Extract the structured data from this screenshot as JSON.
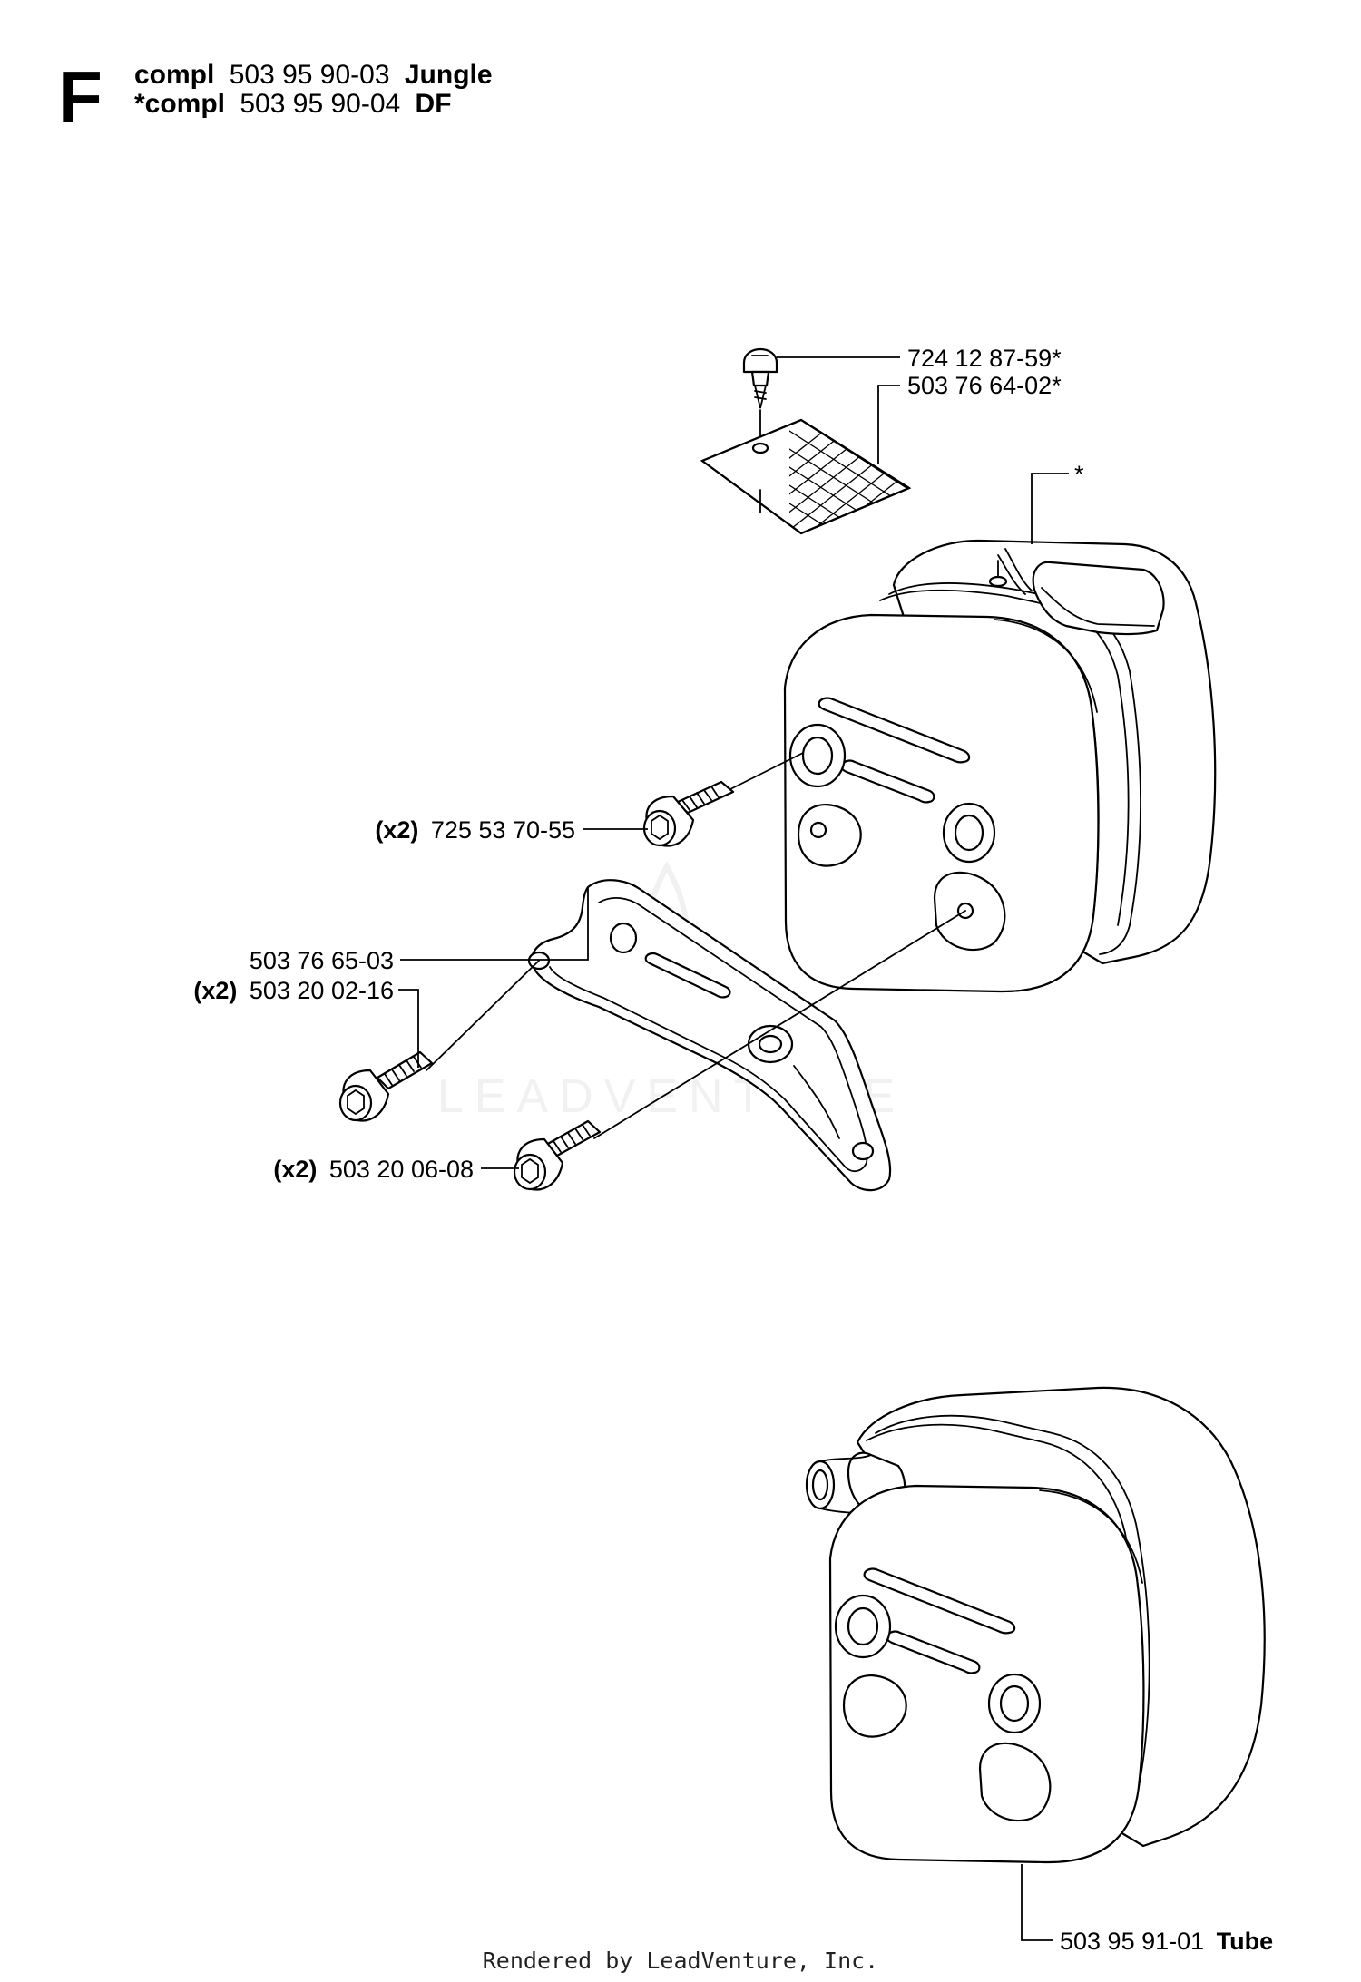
{
  "header": {
    "letter": "F",
    "line1": {
      "prefix": "compl",
      "number": "503 95 90-03",
      "variant": "Jungle"
    },
    "line2": {
      "prefix": "*compl",
      "number": "503 95 90-04",
      "variant": "DF"
    }
  },
  "callouts": {
    "screw_top": {
      "number": "724 12 87-59*"
    },
    "label_plate": {
      "number": "503 76 64-02*"
    },
    "muffler_marker": {
      "number": "*"
    },
    "bolt_muffler": {
      "qty": "(x2)",
      "number": "725 53 70-55"
    },
    "bracket": {
      "number": "503 76 65-03"
    },
    "bolt_bracket_1": {
      "qty": "(x2)",
      "number": "503 20 02-16"
    },
    "bolt_bracket_2": {
      "qty": "(x2)",
      "number": "503 20 06-08"
    },
    "muffler_tube": {
      "number": "503 95 91-01",
      "variant": "Tube"
    }
  },
  "watermark": "LEADVENTURE",
  "footer": "Rendered by LeadVenture, Inc.",
  "colors": {
    "ink": "#000000",
    "paper": "#ffffff",
    "watermark": "#e6e6e6"
  }
}
